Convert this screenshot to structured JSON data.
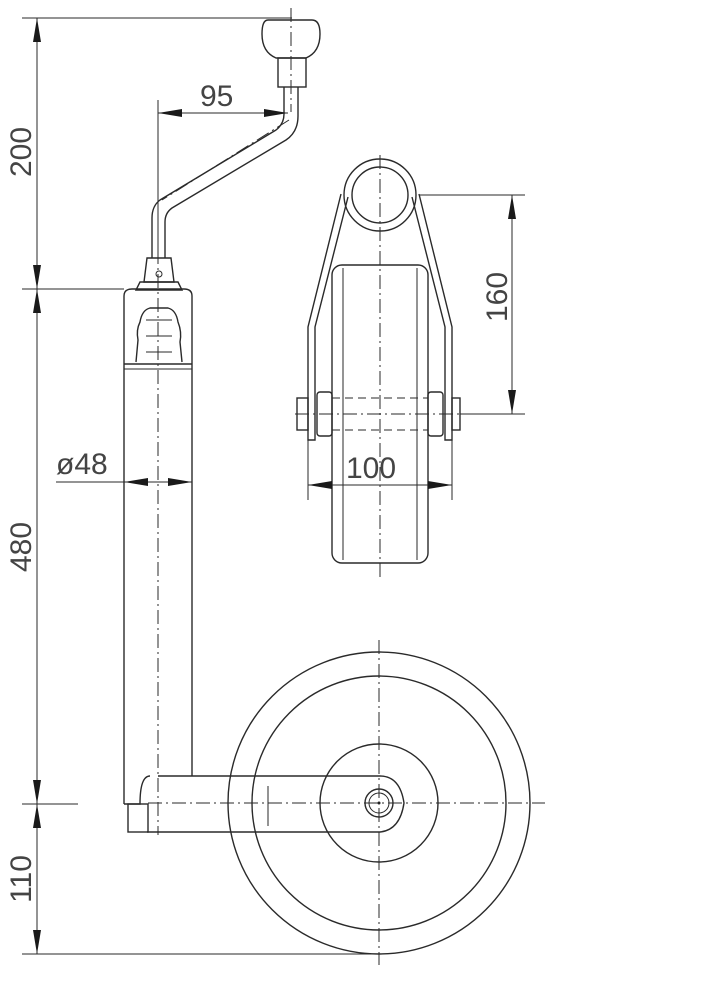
{
  "drawing": {
    "title": "Jockey wheel technical drawing",
    "line_color": "#2a2a2a",
    "text_color": "#444444",
    "background": "#ffffff"
  },
  "dimensions": {
    "crank_height": "200",
    "crank_offset": "95",
    "tube_length": "480",
    "tube_diameter": "ø48",
    "wheel_height": "110",
    "fork_height": "160",
    "wheel_width": "100"
  }
}
